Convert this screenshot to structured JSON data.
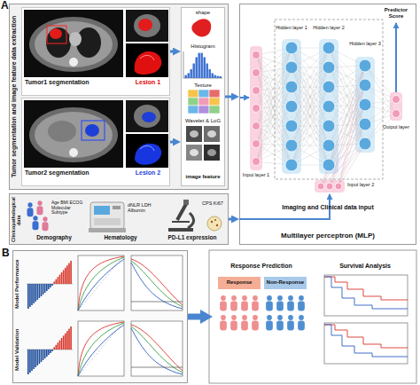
{
  "diagram": {
    "nodes": [
      {
        "text": [
          "Tumor segmentation and image feature data extraction"
        ]
      },
      {
        "text": [
          "Tumor1 segmentation",
          "Lesion 1"
        ],
        "in": 0
      },
      {
        "text": [
          "Tumor2 segmentation",
          "Lesion 2"
        ],
        "in": 0
      },
      {
        "text": [
          "shape",
          "Histogram",
          "Texture",
          "Wavelet & LoG",
          "image feature"
        ],
        "in": 0
      },
      {
        "text": [
          "Clinicopathological data"
        ]
      },
      {
        "text": [
          "Age BMI ECOG Molecular Subtype",
          "Demography"
        ],
        "in": 4
      },
      {
        "text": [
          "dNLR LDH Albumin",
          "Hematology"
        ],
        "in": 4
      },
      {
        "text": [
          "CPS Ki67",
          "PD-L1 expression"
        ],
        "in": 4
      },
      {
        "text": [
          "Multilayer perceptron (MLP)"
        ]
      },
      {
        "text": [
          "B"
        ]
      },
      {
        "text": [
          "Model Performance"
        ],
        "in": 9
      },
      {
        "text": [
          "Model Validation"
        ],
        "in": 9
      },
      {
        "text": [
          "Response Prediction"
        ]
      },
      {
        "text": [
          "Response"
        ],
        "in": 12
      },
      {
        "text": [
          "Non-Response"
        ],
        "in": 12
      },
      {
        "text": [
          "Survival Analysis"
        ]
      }
    ],
    "edges": [
      {
        "from": 1,
        "to": 3,
        "arrow": "to"
      },
      {
        "from": 2,
        "to": 3,
        "arrow": "to"
      },
      {
        "from": 3,
        "to": 8,
        "arrow": "to"
      },
      {
        "from": 4,
        "to": 8,
        "arrow": "to"
      },
      {
        "from": 9,
        "to": 12,
        "arrow": "to"
      }
    ],
    "labels": [
      "A",
      "Predictor Score",
      "Hidden layer 1",
      "Hidden layer 2",
      "Hidden layer 3",
      "Input layer 1",
      "Input layer 2",
      "Output layer",
      "Imaging and Clinical data input"
    ]
  }
}
